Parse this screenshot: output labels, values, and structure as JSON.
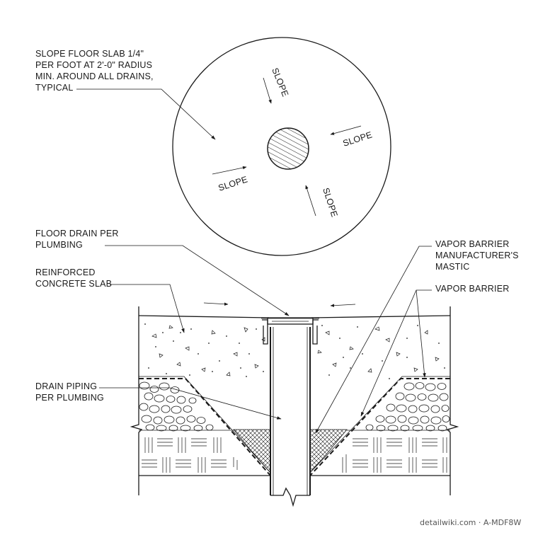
{
  "labels": {
    "slope_note_1": "SLOPE FLOOR SLAB 1/4\"",
    "slope_note_2": "PER FOOT AT 2'-0\" RADIUS",
    "slope_note_3": "MIN. AROUND ALL DRAINS,",
    "slope_note_4": "TYPICAL",
    "floor_drain_1": "FLOOR DRAIN PER",
    "floor_drain_2": "PLUMBING",
    "slab_1": "REINFORCED",
    "slab_2": "CONCRETE SLAB",
    "drain_piping_1": "DRAIN PIPING",
    "drain_piping_2": "PER PLUMBING",
    "mastic_1": "VAPOR BARRIER",
    "mastic_2": "MANUFACTURER'S",
    "mastic_3": "MASTIC",
    "vapor_barrier": "VAPOR BARRIER"
  },
  "slope_arrows": [
    "SLOPE",
    "SLOPE",
    "SLOPE",
    "SLOPE"
  ],
  "watermark": "detailwiki.com · A-MDF8W",
  "colors": {
    "line": "#1a1a1a",
    "background": "#ffffff",
    "watermark": "#555555"
  }
}
